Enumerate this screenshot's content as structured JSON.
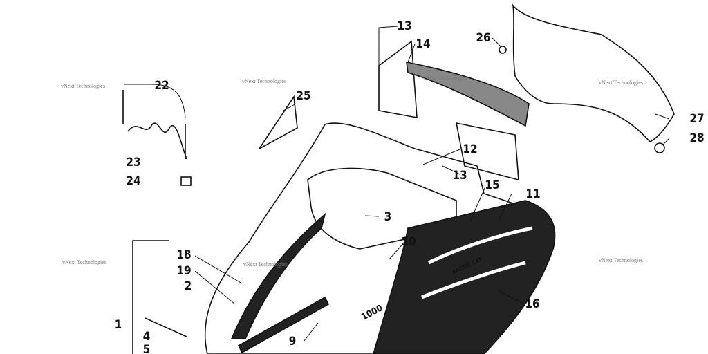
{
  "watermark": "vNext Technologies",
  "callouts": [
    {
      "id": "13a",
      "text": "13"
    },
    {
      "id": "14",
      "text": "14"
    },
    {
      "id": "26",
      "text": "26"
    },
    {
      "id": "22",
      "text": "22"
    },
    {
      "id": "25",
      "text": "25"
    },
    {
      "id": "12",
      "text": "12"
    },
    {
      "id": "27",
      "text": "27"
    },
    {
      "id": "28",
      "text": "28"
    },
    {
      "id": "23",
      "text": "23"
    },
    {
      "id": "24",
      "text": "24"
    },
    {
      "id": "13b",
      "text": "13"
    },
    {
      "id": "15",
      "text": "15"
    },
    {
      "id": "11",
      "text": "11"
    },
    {
      "id": "3",
      "text": "3"
    },
    {
      "id": "10",
      "text": "10"
    },
    {
      "id": "18",
      "text": "18"
    },
    {
      "id": "19",
      "text": "19"
    },
    {
      "id": "2",
      "text": "2"
    },
    {
      "id": "16",
      "text": "16"
    },
    {
      "id": "1",
      "text": "1"
    },
    {
      "id": "4",
      "text": "4"
    },
    {
      "id": "9",
      "text": "9"
    },
    {
      "id": "5",
      "text": "5"
    }
  ],
  "decal_text": {
    "model": "1000",
    "brand": "ARCTIC CAT"
  }
}
